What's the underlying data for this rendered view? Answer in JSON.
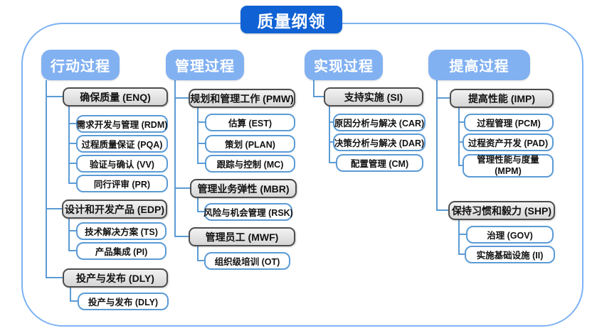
{
  "title": "质量纲领",
  "colors": {
    "title_bg": "#1062d4",
    "header_bg": "#82b1f2",
    "connector": "#5b9bd5",
    "leaf_border": "#5b9bd5",
    "group_bg": "#dcdcdc",
    "group_border": "#4d4d4d",
    "frame_border": "#7db2f4"
  },
  "columns": [
    {
      "header": "行动过程",
      "groups": [
        {
          "label": "确保质量 (ENQ)",
          "children": [
            "需求开发与管理 (RDM)",
            "过程质量保证 (PQA)",
            "验证与确认 (VV)",
            "同行评审 (PR)"
          ]
        },
        {
          "label": "设计和开发产品 (EDP)",
          "children": [
            "技术解决方案 (TS)",
            "产品集成 (PI)"
          ]
        },
        {
          "label": "投产与发布 (DLY)",
          "children": [
            "投产与发布 (DLY)"
          ]
        }
      ]
    },
    {
      "header": "管理过程",
      "groups": [
        {
          "label": "规划和管理工作 (PMW)",
          "children": [
            "估算 (EST)",
            "策划 (PLAN)",
            "跟踪与控制 (MC)"
          ]
        },
        {
          "label": "管理业务弹性 (MBR)",
          "children": [
            "风险与机会管理 (RSK)"
          ]
        },
        {
          "label": "管理员工 (MWF)",
          "children": [
            "组织级培训 (OT)"
          ]
        }
      ]
    },
    {
      "header": "实现过程",
      "groups": [
        {
          "label": "支持实施 (SI)",
          "children": [
            "原因分析与解决 (CAR)",
            "决策分析与解决 (DAR)",
            "配置管理 (CM)"
          ]
        }
      ]
    },
    {
      "header": "提高过程",
      "groups": [
        {
          "label": "提高性能 (IMP)",
          "children": [
            "过程管理 (PCM)",
            "过程资产开发 (PAD)",
            "管理性能与度量 (MPM)"
          ]
        },
        {
          "label": "保持习惯和毅力 (SHP)",
          "children": [
            "治理 (GOV)",
            "实施基础设施 (II)"
          ]
        }
      ]
    }
  ]
}
